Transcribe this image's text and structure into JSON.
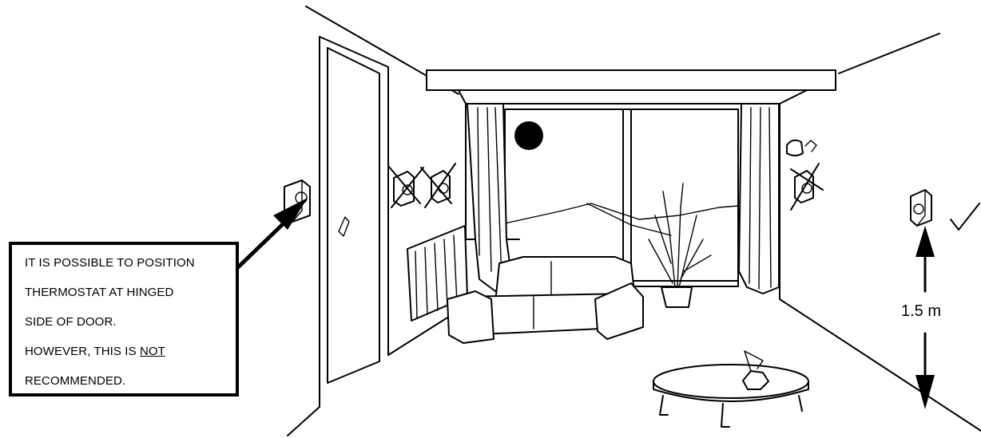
{
  "note": {
    "lines": [
      "IT IS POSSIBLE TO POSITION",
      "THERMOSTAT AT HINGED",
      "SIDE OF DOOR.",
      "HOWEVER, THIS IS ",
      "NOT",
      "RECOMMENDED."
    ]
  },
  "height_label": "1.5 m",
  "icons": {
    "recommended": "check-mark-icon",
    "not_recommended": "cross-out-icon",
    "sun": "sun-icon"
  },
  "colors": {
    "line": "#000000",
    "background": "#ffffff"
  }
}
